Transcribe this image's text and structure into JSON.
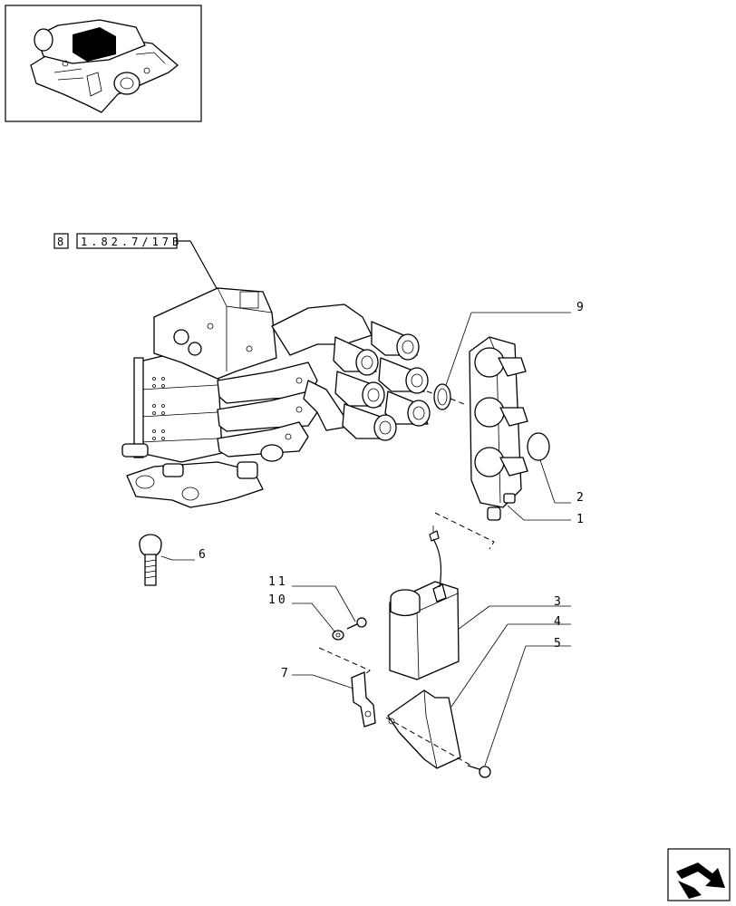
{
  "reference": {
    "box_number": "8",
    "code": "1.82.7/17B"
  },
  "callouts": [
    {
      "id": "c1",
      "number": "1"
    },
    {
      "id": "c2",
      "number": "2"
    },
    {
      "id": "c3",
      "number": "3"
    },
    {
      "id": "c4",
      "number": "4"
    },
    {
      "id": "c5",
      "number": "5"
    },
    {
      "id": "c6",
      "number": "6"
    },
    {
      "id": "c7",
      "number": "7"
    },
    {
      "id": "c9",
      "number": "9"
    },
    {
      "id": "c10",
      "number": "10"
    },
    {
      "id": "c11",
      "number": "11"
    }
  ],
  "icons": {
    "thumbnail": "tractor-hydraulic-assembly-thumbnail-icon",
    "navigation": "next-page-arrow-icon"
  }
}
